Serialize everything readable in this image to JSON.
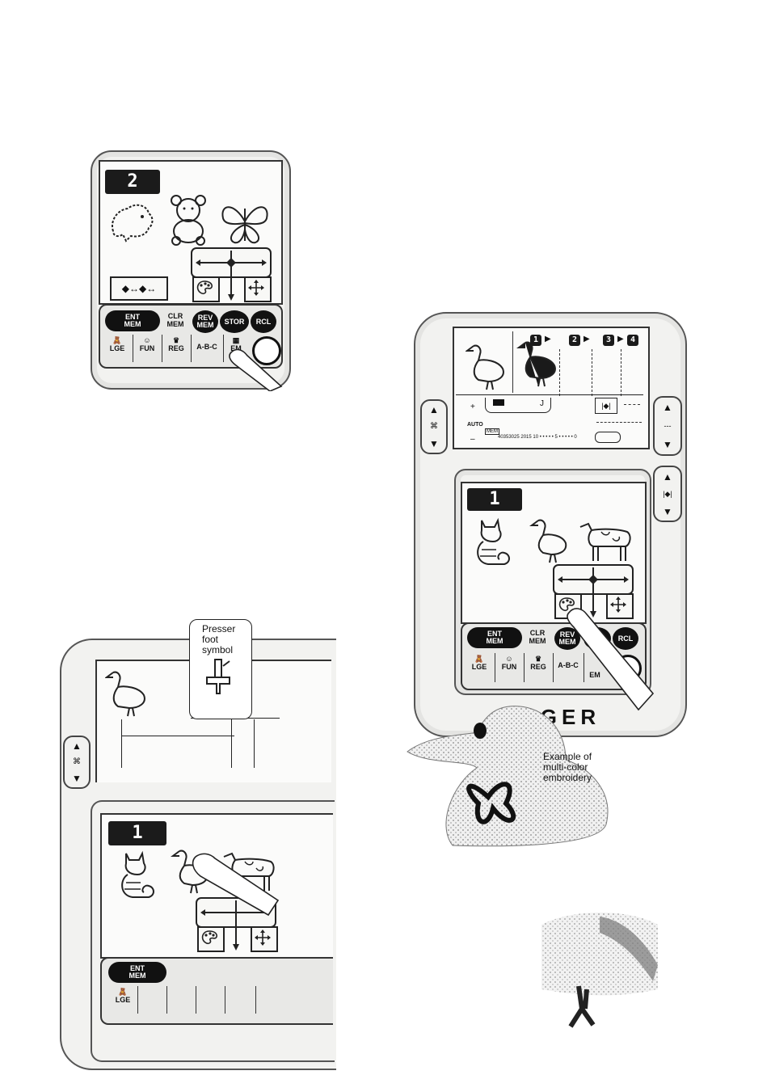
{
  "panel_a": {
    "pattern_number": "2",
    "row1_buttons": {
      "ent_mem": "ENT\nMEM",
      "clr_mem": "CLR\nMEM",
      "rev_mem": "REV\nMEM",
      "stor": "STOR",
      "rcl": "RCL"
    },
    "row2_buttons": {
      "lge": "LGE",
      "fun": "FUN",
      "reg": "REG",
      "abc": "A-B-C",
      "emb": "EM"
    }
  },
  "panel_b": {
    "header_numbers": [
      "1",
      "2",
      "3",
      "4"
    ],
    "side_labels": {
      "auto": "AUTO",
      "minus": "–",
      "plus": "+"
    },
    "mem_tag": "MEM",
    "scale_digits": "40353025 2015 10 • • • • • 5 • • • • • 0",
    "letter_j": "J",
    "pattern_number": "1",
    "row1_buttons": {
      "ent_mem": "ENT\nMEM",
      "clr_mem": "CLR\nMEM",
      "rev_mem": "REV\nMEM",
      "rcl": "RCL"
    },
    "row2_buttons": {
      "lge": "LGE",
      "fun": "FUN",
      "reg": "REG",
      "abc": "A-B-C",
      "emb": "EM"
    },
    "brand": "NGER"
  },
  "panel_c": {
    "pattern_number": "1",
    "ent_mem": "ENT\nMEM",
    "lge": "LGE"
  },
  "callout": {
    "text": "Presser\nfoot\nsymbol"
  },
  "caption_multicolor": "Example of\nmulti-color\nembroidery",
  "colors": {
    "button_dark": "#111111",
    "panel_bg": "#f2f2f0",
    "lcd_bg": "#fbfbfa"
  }
}
